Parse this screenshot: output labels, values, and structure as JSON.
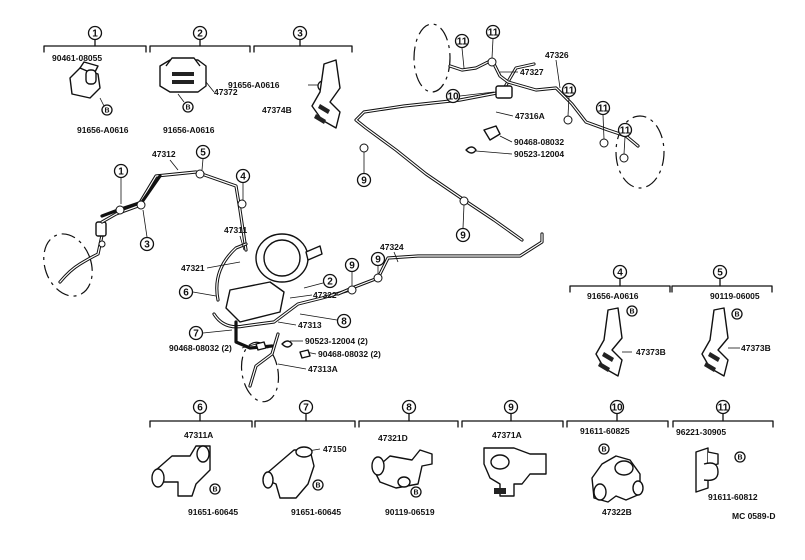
{
  "index_groups": [
    {
      "num": "1",
      "parts": [
        "90461-08055",
        "91656-A0616"
      ],
      "bolt": "B"
    },
    {
      "num": "2",
      "parts": [
        "47372",
        "91656-A0616"
      ],
      "bolt": "B"
    },
    {
      "num": "3",
      "parts": [
        "91656-A0616",
        "47374B"
      ],
      "bolt": "B"
    },
    {
      "num": "4",
      "parts": [
        "91656-A0616",
        "47373B"
      ],
      "bolt": "B"
    },
    {
      "num": "5",
      "parts": [
        "90119-06005",
        "47373B"
      ],
      "bolt": "B"
    },
    {
      "num": "6",
      "parts": [
        "47311A",
        "91651-60645"
      ],
      "bolt": "B"
    },
    {
      "num": "7",
      "parts": [
        "47150",
        "91651-60645"
      ],
      "bolt": "B"
    },
    {
      "num": "8",
      "parts": [
        "47321D",
        "90119-06519"
      ],
      "bolt": "B"
    },
    {
      "num": "9",
      "parts": [
        "47371A"
      ]
    },
    {
      "num": "10",
      "parts": [
        "91611-60825",
        "47322B"
      ],
      "bolt": "B"
    },
    {
      "num": "11",
      "parts": [
        "96221-30905",
        "91611-60812"
      ],
      "bolt": "B"
    }
  ],
  "main_labels": {
    "l47312": "47312",
    "l47311": "47311",
    "l47321": "47321",
    "l47322": "47322",
    "l47313": "47313",
    "l47313A": "47313A",
    "l47324": "47324",
    "l47326": "47326",
    "l47327": "47327",
    "l47316A": "47316A",
    "n9046808032": "90468-08032",
    "n9052312004": "90523-12004",
    "n9046808032x2a": "90468-08032 (2)",
    "n9052312004x2": "90523-12004 (2)",
    "n9046808032x2b": "90468-08032 (2)"
  },
  "callouts": {
    "c1": "1",
    "c2": "2",
    "c3": "3",
    "c4": "4",
    "c5": "5",
    "c6": "6",
    "c7": "7",
    "c8": "8",
    "c9": "9",
    "c10": "10",
    "c11": "11"
  },
  "footer_code": "MC 0589-D"
}
